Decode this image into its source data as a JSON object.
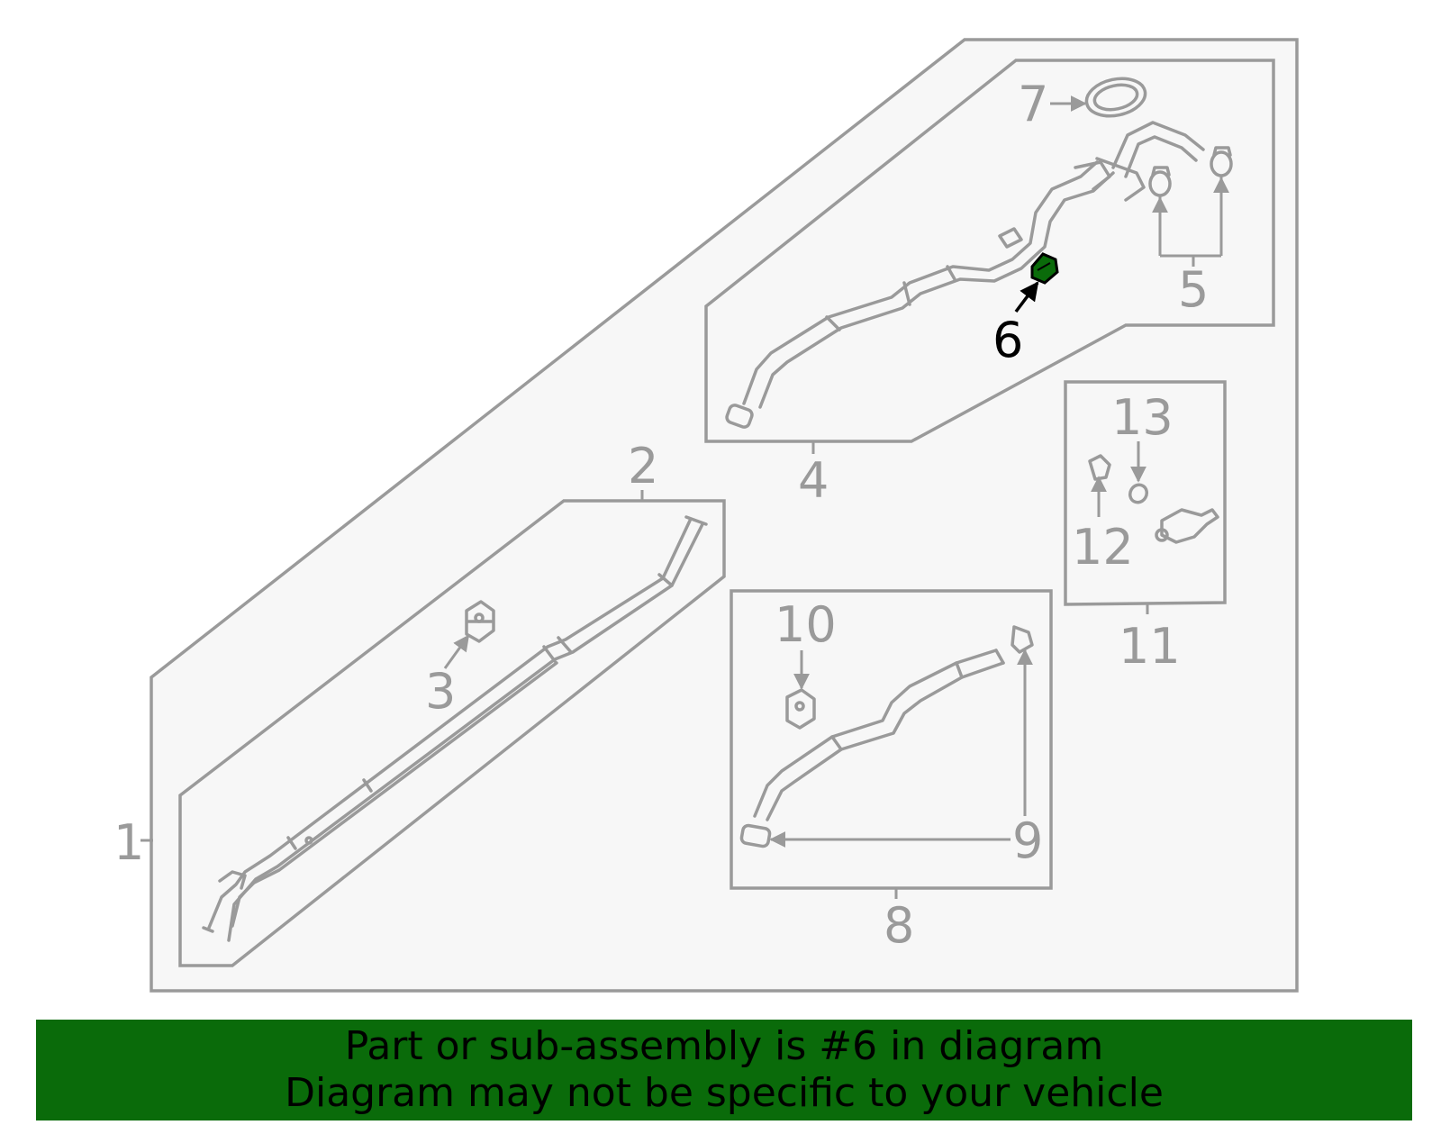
{
  "callouts": {
    "c1": "1",
    "c2": "2",
    "c3": "3",
    "c4": "4",
    "c5": "5",
    "c6": "6",
    "c7": "7",
    "c8": "8",
    "c9": "9",
    "c10": "10",
    "c11": "11",
    "c12": "12",
    "c13": "13"
  },
  "highlight": {
    "part": "6",
    "color": "#0a6b0a"
  },
  "banner": {
    "line1": "Part or sub-assembly is #6 in diagram",
    "line2": "Diagram may not be specific to your vehicle",
    "color": "#0a6b0a"
  }
}
